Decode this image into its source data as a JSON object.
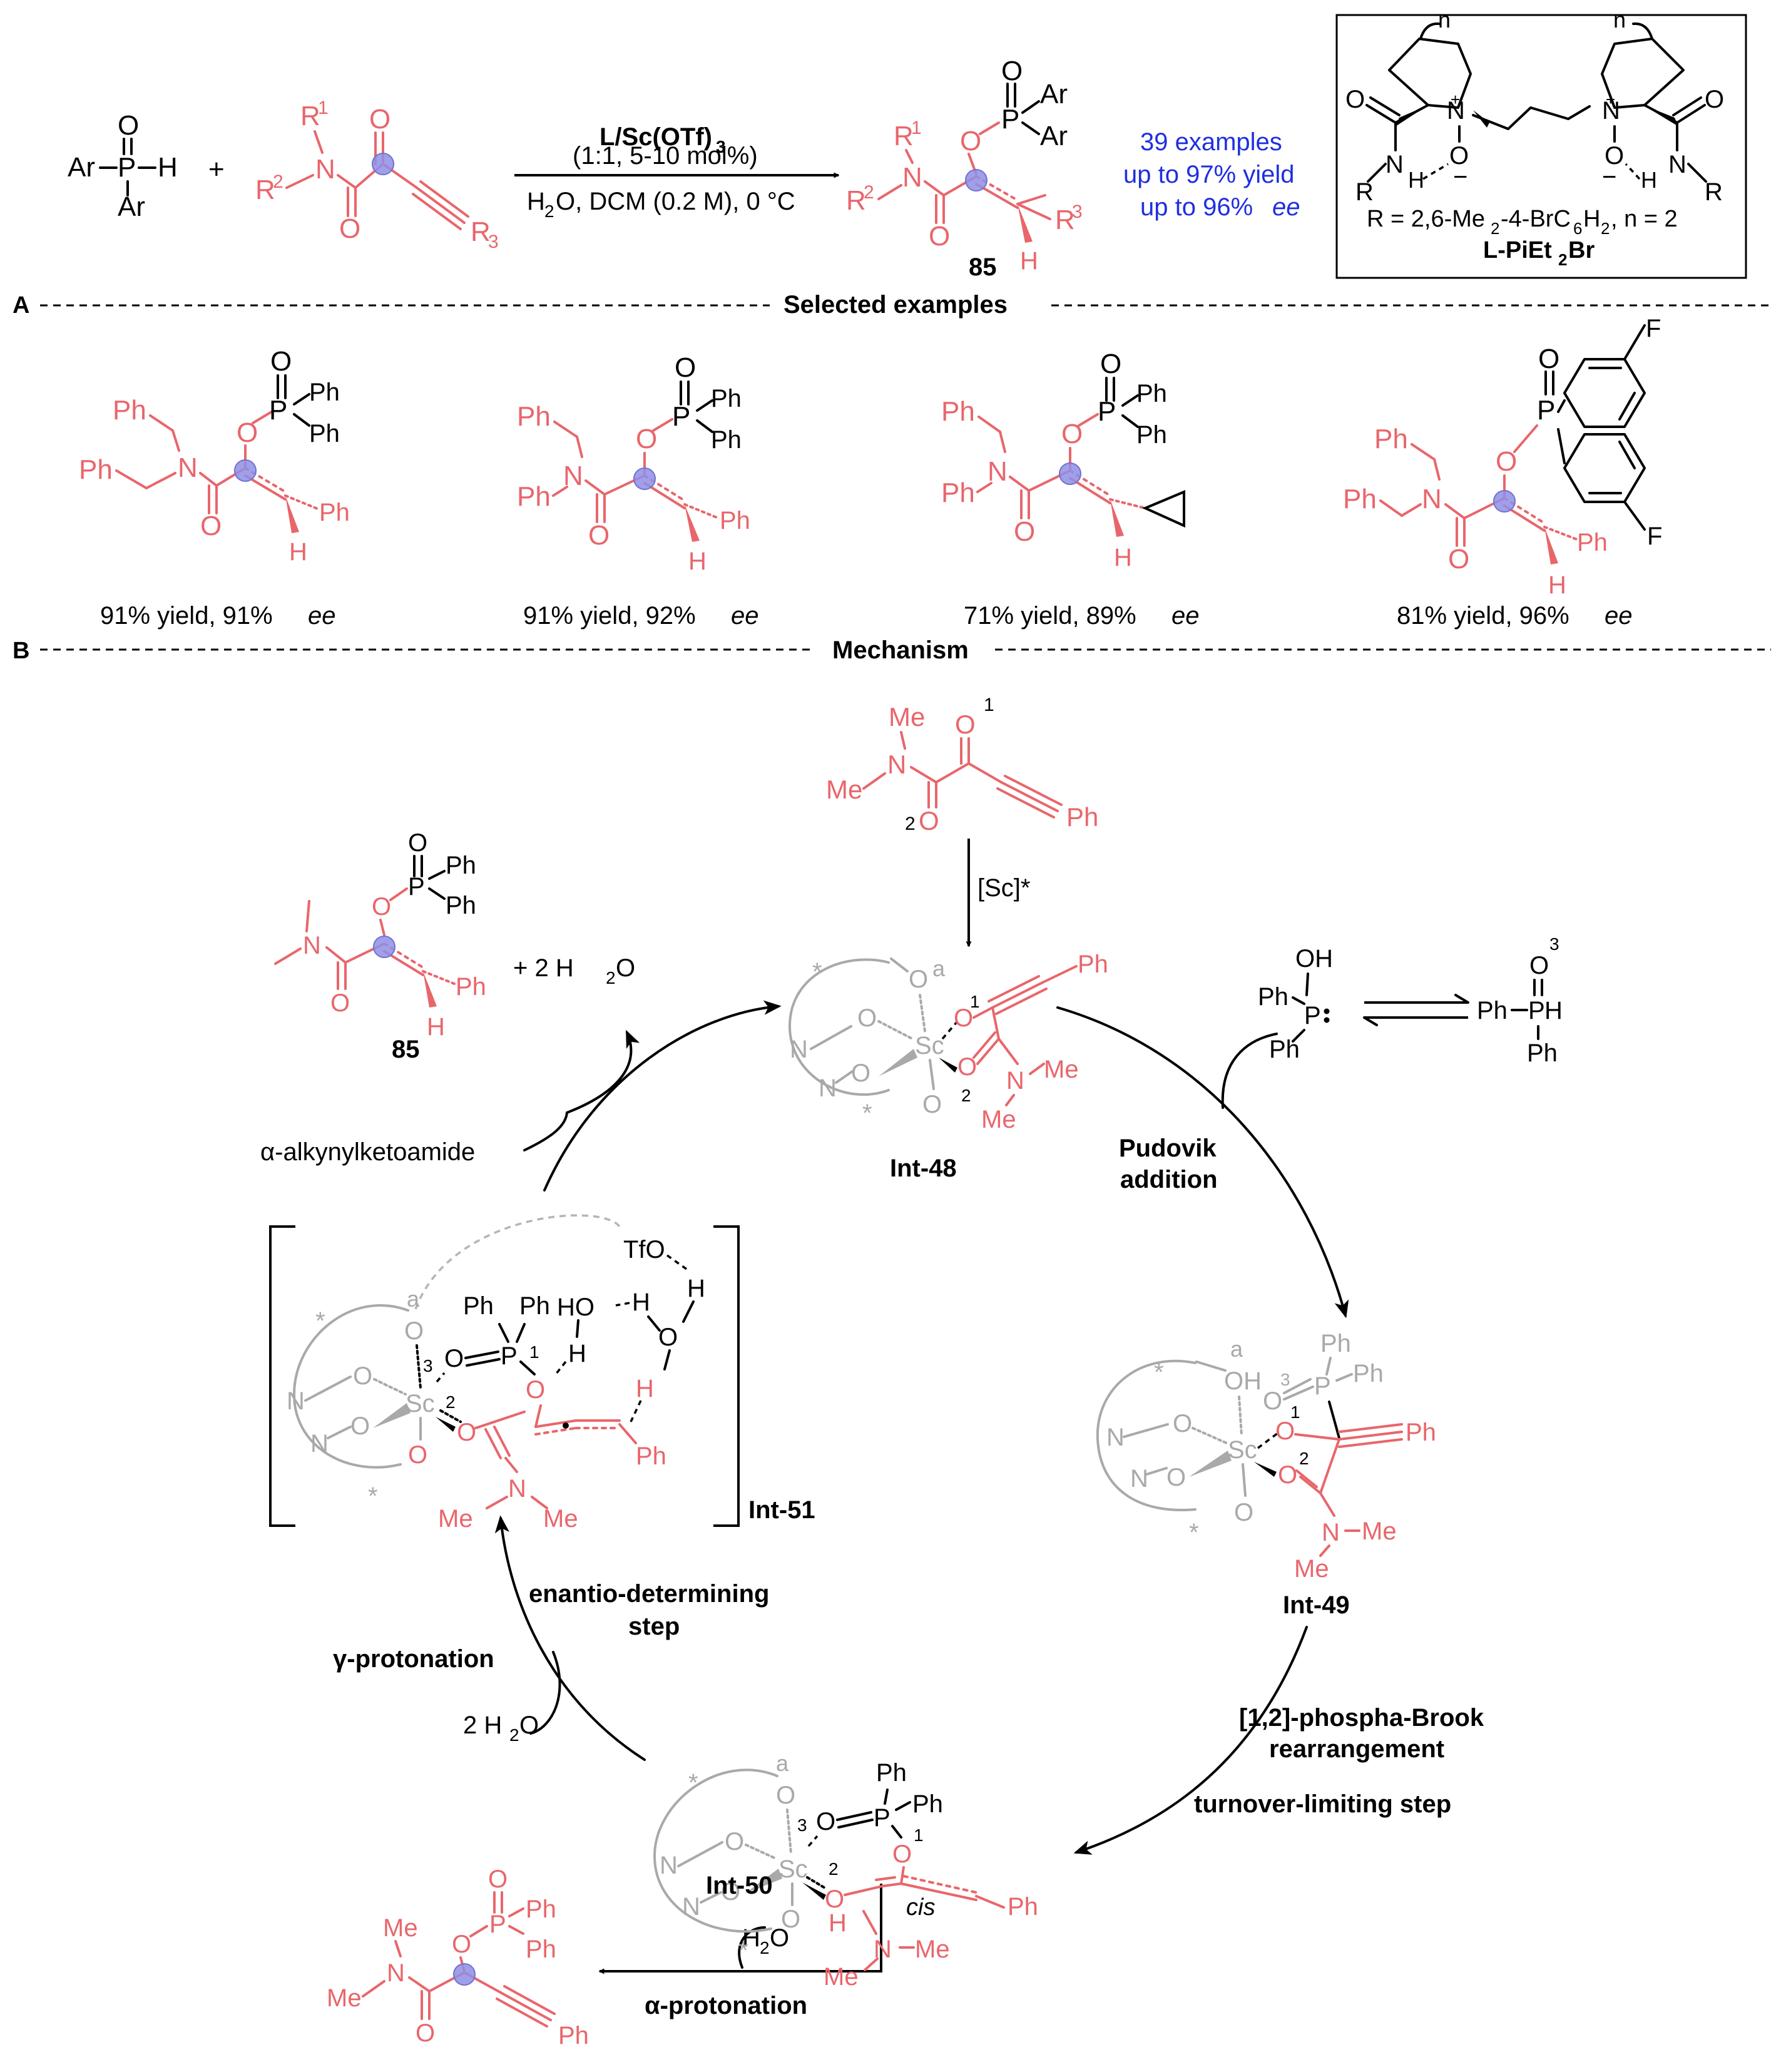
{
  "header": {
    "reagent1": {
      "ar_top": "Ar",
      "p": "P",
      "h": "H",
      "ar_bottom": "Ar",
      "o": "O"
    },
    "plus": "+",
    "substrate": {
      "r1": "R",
      "r1_sup": "1",
      "r2": "R",
      "r2_sup": "2",
      "n": "N",
      "o_keto": "O",
      "o_amide": "O",
      "r3": "R",
      "r3_sub": "3"
    },
    "arrow_conditions": {
      "catalyst": "L/Sc(OTf)",
      "catalyst_sub": "3",
      "loading": "(1:1, 5-10 mol%)",
      "solvent": "H",
      "solvent_sub": "2",
      "solvent_rest": "O, DCM (0.2 M), 0 °C"
    },
    "product": {
      "label": "85",
      "ar1": "Ar",
      "ar2": "Ar",
      "r1": "R",
      "r1_sup": "1",
      "r2": "R",
      "r2_sup": "2",
      "r3": "R",
      "r3_sup": "3",
      "h": "H"
    },
    "summary": [
      "39 examples",
      "up to 97% yield",
      "up to 96% "
    ],
    "summary_ee": "ee",
    "ligand_box": {
      "r_line": "R = 2,6-Me",
      "r_sub1": "2",
      "r_mid": "-4-BrC",
      "r_sub2": "6",
      "r_h": "H",
      "r_sub3": "2",
      "r_end": ", n = 2",
      "name_a": "L-PiEt",
      "name_sub": "2",
      "name_b": "Br",
      "n_label": "n",
      "atoms": {
        "o": "O",
        "n": "N",
        "h": "H",
        "r": "R",
        "plus": "+",
        "minus": "−"
      }
    }
  },
  "section_a": {
    "letter": "A",
    "title": "Selected examples",
    "examples": [
      {
        "yield": "91% yield, 91% ",
        "ee": "ee",
        "n_sub1": "Ph",
        "n_sub2": "Ph",
        "r3": "Ph",
        "p1": "Ph",
        "p2": "Ph"
      },
      {
        "yield": "91% yield, 92% ",
        "ee": "ee",
        "n_sub1": "Ph",
        "n_sub2": "Ph",
        "r3": "Ph",
        "p1": "Ph",
        "p2": "Ph"
      },
      {
        "yield": "71% yield, 89% ",
        "ee": "ee",
        "n_sub1": "Ph",
        "n_sub2": "Ph",
        "r3": "",
        "p1": "Ph",
        "p2": "Ph"
      },
      {
        "yield": "81% yield, 96% ",
        "ee": "ee",
        "n_sub1": "Ph",
        "n_sub2": "Ph",
        "r3": "Ph",
        "f1": "F",
        "f2": "F"
      }
    ]
  },
  "section_b": {
    "letter": "B",
    "title": "Mechanism",
    "substrate_top": {
      "me1": "Me",
      "me2": "Me",
      "n": "N",
      "o1": "O",
      "o1_num": "1",
      "o2": "O",
      "o2_num": "2",
      "ph": "Ph"
    },
    "sc_label": "[Sc]*",
    "int48": "Int-48",
    "int49": "Int-49",
    "int50": "Int-50",
    "int51": "Int-51",
    "pudovik": [
      "Pudovik",
      "addition"
    ],
    "phospha_brook": [
      "[1,2]-phospha-Brook",
      "rearrangement"
    ],
    "turnover": "turnover-limiting step",
    "enantio": [
      "enantio-determining",
      "step"
    ],
    "gamma": "γ-protonation",
    "alpha": "α-protonation",
    "alkynyl": "α-alkynylketoamide",
    "two_water_top": "+  2 H",
    "two_water_top_sub": "2",
    "two_water_top_o": "O",
    "two_water_left": "2 H",
    "two_water_left_sub": "2",
    "two_water_left_o": "O",
    "water": "H",
    "water_sub": "2",
    "water_o": "O",
    "cis": "cis",
    "product85": "85",
    "phosphine": {
      "ph1": "Ph",
      "p": "P",
      "oh": "OH",
      "ph2": "Ph"
    },
    "phosphine_oxide": {
      "ph1": "Ph",
      "p": "P",
      "h": "H",
      "o": "O",
      "o_num": "3",
      "ph2": "Ph"
    },
    "atoms": {
      "sc": "Sc",
      "o": "O",
      "n": "N",
      "a": "a",
      "star": "*",
      "me": "Me",
      "ph": "Ph",
      "h": "H",
      "tfo": "TfO",
      "p": "P",
      "oh": "OH",
      "ho": "HO",
      "n1": "1",
      "n2": "2",
      "n3": "3"
    }
  },
  "colors": {
    "accent_red": "#e8666b",
    "summary_blue": "#1f2fe0",
    "ligand_gray": "#a9a9a9",
    "stereo_ball": "#8f8fe6"
  }
}
